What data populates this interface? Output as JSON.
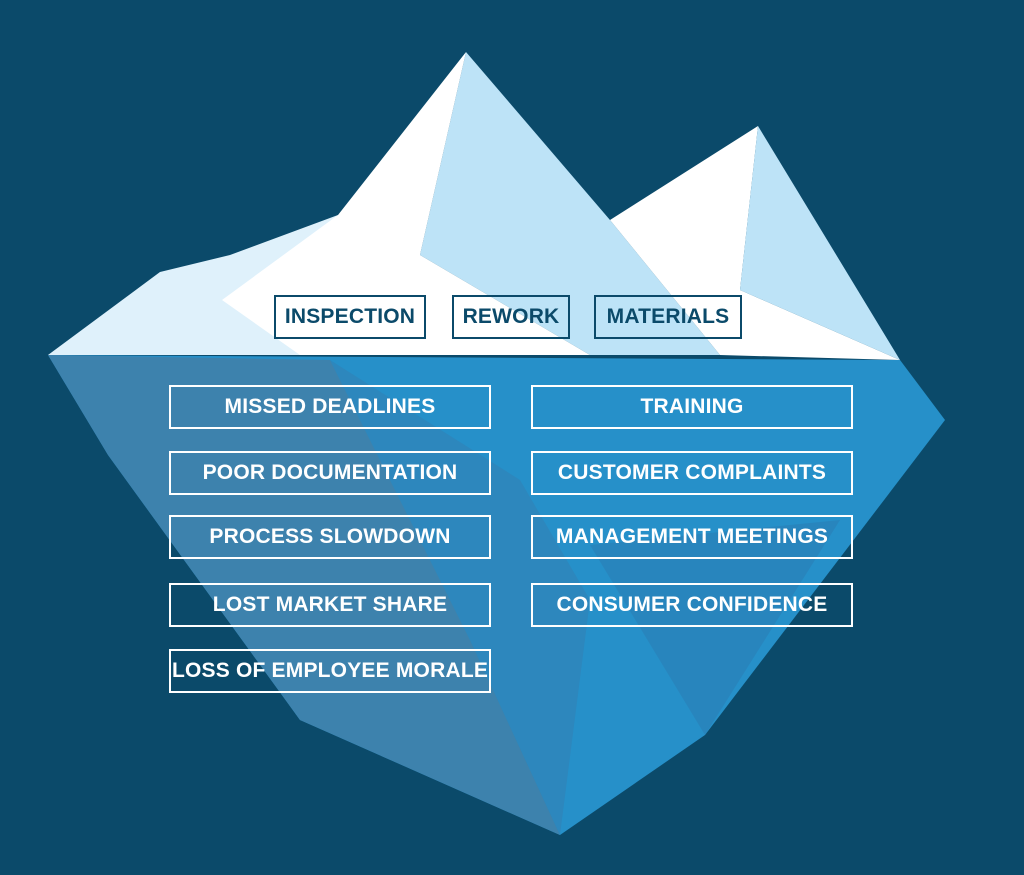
{
  "colors": {
    "background": "#0b4a6a",
    "ice_white": "#ffffff",
    "ice_light": "#bde3f7",
    "water_mid": "#2690c9",
    "water_dark": "#3d82ad"
  },
  "above_water": [
    {
      "label": "INSPECTION"
    },
    {
      "label": "REWORK"
    },
    {
      "label": "MATERIALS"
    }
  ],
  "below_water": {
    "left_column": [
      {
        "label": "MISSED DEADLINES"
      },
      {
        "label": "POOR DOCUMENTATION"
      },
      {
        "label": "PROCESS SLOWDOWN"
      },
      {
        "label": "LOST MARKET SHARE"
      },
      {
        "label": "LOSS OF EMPLOYEE MORALE"
      }
    ],
    "right_column": [
      {
        "label": "TRAINING"
      },
      {
        "label": "CUSTOMER COMPLAINTS"
      },
      {
        "label": "MANAGEMENT MEETINGS"
      },
      {
        "label": "CONSUMER CONFIDENCE"
      }
    ]
  }
}
